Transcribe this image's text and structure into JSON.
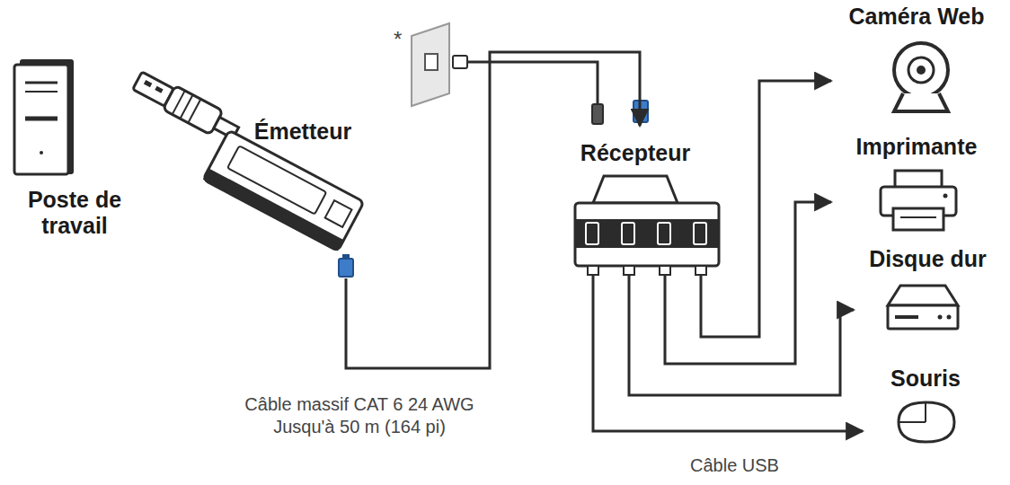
{
  "diagram": {
    "nodes": [
      {
        "text": [
          "Poste de travail"
        ]
      },
      {
        "text": [
          "Émetteur"
        ]
      },
      {
        "text": [
          "Récepteur"
        ]
      },
      {
        "text": [
          "Caméra Web"
        ]
      },
      {
        "text": [
          "Imprimante"
        ]
      },
      {
        "text": [
          "Disque dur"
        ]
      },
      {
        "text": [
          "Souris"
        ]
      }
    ],
    "edges": [
      {
        "from": 1,
        "to": 2,
        "label": "Câble massif CAT 6 24 AWG Jusqu'à 50 m (164 pi)",
        "arrow": "to"
      },
      {
        "from": 2,
        "to": 3,
        "arrow": "to"
      },
      {
        "from": 2,
        "to": 4,
        "arrow": "to"
      },
      {
        "from": 2,
        "to": 5,
        "arrow": "to"
      },
      {
        "from": 2,
        "to": 6,
        "arrow": "to"
      }
    ],
    "labels": [
      "*",
      "Câble USB"
    ]
  }
}
